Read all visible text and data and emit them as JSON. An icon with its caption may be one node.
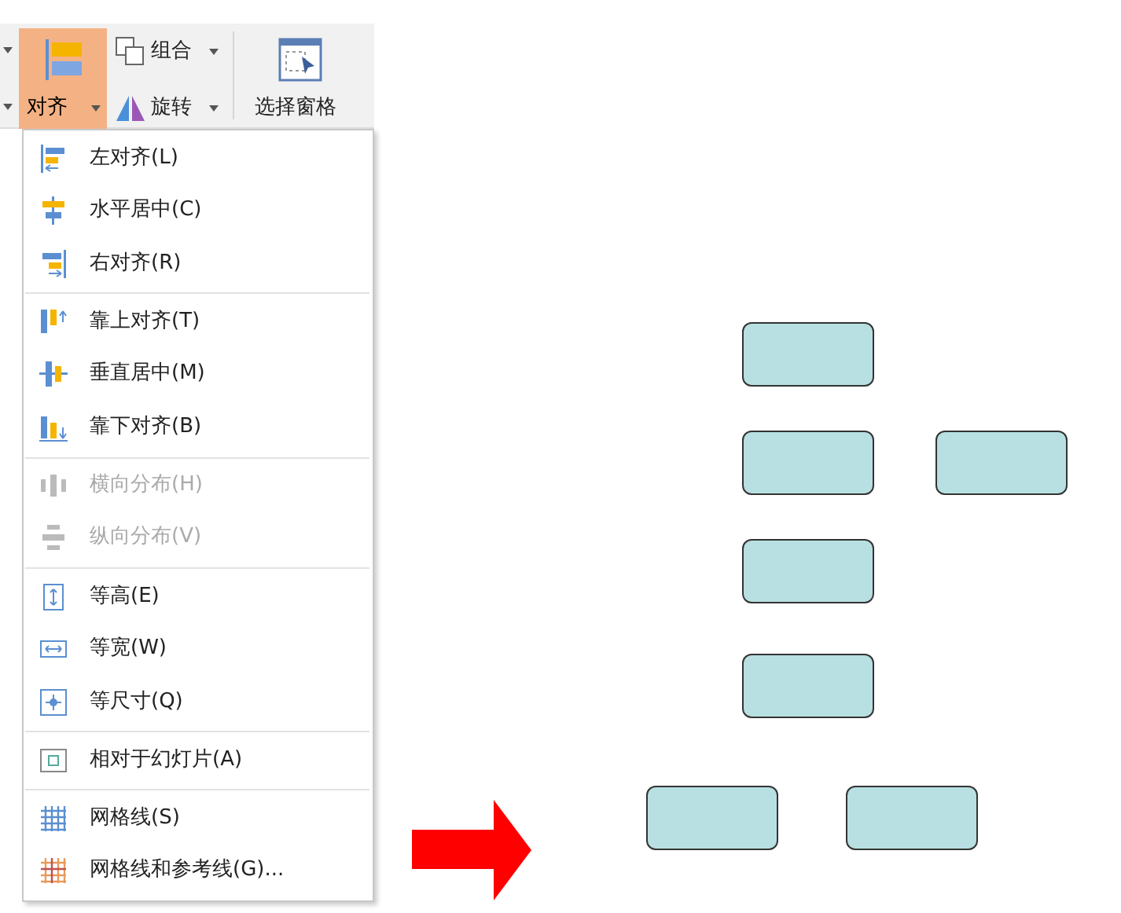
{
  "diagram": {
    "nodes": [
      {
        "text": [],
        "shape": "box"
      },
      {
        "text": [],
        "shape": "box"
      },
      {
        "text": [],
        "shape": "box"
      },
      {
        "text": [],
        "shape": "box"
      },
      {
        "text": [],
        "shape": "box"
      },
      {
        "text": [],
        "shape": "box"
      },
      {
        "text": [],
        "shape": "box"
      }
    ],
    "labels": [
      "组合",
      "对齐",
      "旋转",
      "选择窗格",
      "左对齐(L)",
      "水平居中(C)",
      "右对齐(R)",
      "靠上对齐(T)",
      "垂直居中(M)",
      "靠下对齐(B)",
      "横向分布(H)",
      "纵向分布(V)",
      "等高(E)",
      "等宽(W)",
      "等尺寸(Q)",
      "相对于幻灯片(A)",
      "网格线(S)",
      "网格线和参考线(G)..."
    ]
  }
}
